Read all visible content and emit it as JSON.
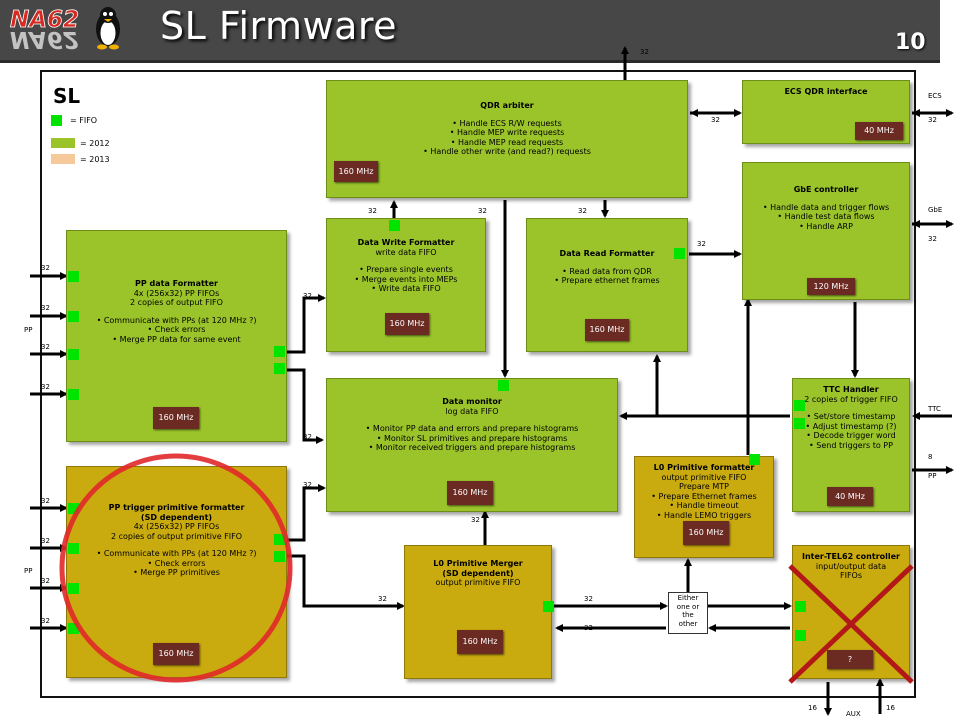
{
  "header": {
    "title": "SL Firmware",
    "page_number": "10",
    "logo_text": "NA62"
  },
  "diagram": {
    "section_label": "SL",
    "legend": [
      {
        "label": "= FIFO",
        "color": "#00e400"
      },
      {
        "label": "= 2012",
        "color": "#9bc42a"
      },
      {
        "label": "= 2013",
        "color": "#f6c89a"
      }
    ],
    "blocks": {
      "qdr_arbiter": {
        "title": "QDR arbiter",
        "lines": [
          "• Handle ECS R/W requests",
          "• Handle MEP write requests",
          "• Handle MEP read requests",
          "• Handle other write (and read?) requests"
        ],
        "clock": "160 MHz"
      },
      "ecs_qdr": {
        "title": "ECS QDR interface",
        "lines": [],
        "clock": "40 MHz"
      },
      "gbe": {
        "title": "GbE controller",
        "lines": [
          "• Handle data and trigger flows",
          "• Handle test data flows",
          "• Handle ARP"
        ],
        "clock": "120 MHz"
      },
      "data_write": {
        "title": "Data Write Formatter",
        "lines": [
          "write data FIFO",
          "",
          "• Prepare single events",
          "• Merge events into MEPs",
          "• Write data FIFO"
        ],
        "clock": "160 MHz"
      },
      "data_read": {
        "title": "Data Read Formatter",
        "lines": [
          "",
          "• Read data from QDR",
          "• Prepare ethernet frames"
        ],
        "clock": "160 MHz"
      },
      "pp_data": {
        "title": "PP data Formatter",
        "lines": [
          "4x (256x32)  PP FIFOs",
          "2 copies of output FIFO",
          "",
          "• Communicate with PPs (at 120 MHz ?)",
          "• Check errors",
          "• Merge PP data for same event"
        ],
        "clock": "160 MHz"
      },
      "data_monitor": {
        "title": "Data monitor",
        "lines": [
          "log data FIFO",
          "",
          "• Monitor PP data and errors and prepare histograms",
          "• Monitor SL primitives and prepare histograms",
          "• Monitor received triggers and prepare histograms"
        ],
        "clock": "160 MHz"
      },
      "ttc": {
        "title": "TTC Handler",
        "lines": [
          "2 copies of trigger FIFO",
          "",
          "• Set/store timestamp",
          "• Adjust timestamp (?)",
          "• Decode trigger word",
          "• Send triggers to PP"
        ],
        "clock": "40 MHz"
      },
      "pp_trigger": {
        "title": "PP trigger primitive formatter",
        "subtitle": "(SD dependent)",
        "lines": [
          "4x (256x32)  PP FIFOs",
          "2 copies of output primitive FIFO",
          "",
          "• Communicate with PPs (at 120 MHz ?)",
          "• Check errors",
          "• Merge PP primitives"
        ],
        "clock": "160 MHz"
      },
      "l0_formatter": {
        "title": "L0 Primitive formatter",
        "lines": [
          "output primitive FIFO",
          "Prepare MTP",
          "• Prepare Ethernet frames",
          "• Handle timeout",
          "• Handle LEMO triggers"
        ],
        "clock": "160 MHz"
      },
      "l0_merger": {
        "title": "L0 Primitive Merger",
        "subtitle": "(SD dependent)",
        "lines": [
          "output primitive FIFO"
        ],
        "clock": "160 MHz"
      },
      "inter_tel62": {
        "title": "Inter-TEL62 controller",
        "lines": [
          "input/output data",
          "FIFOs"
        ],
        "clock": "?"
      }
    },
    "either_box": [
      "Either",
      "one or",
      "the",
      "other"
    ],
    "labels": {
      "top_bus": "32",
      "ecs": "ECS",
      "ecs_width": "32",
      "gbe": "GbE",
      "gbe_width": "32",
      "ttc": "TTC",
      "pp_right_width": "8",
      "pp_right": "PP",
      "pp_left_top": "PP",
      "pp_left_bottom": "PP",
      "aux": "AUX",
      "aux_left": "16",
      "aux_right": "16",
      "bus32": "32"
    }
  }
}
